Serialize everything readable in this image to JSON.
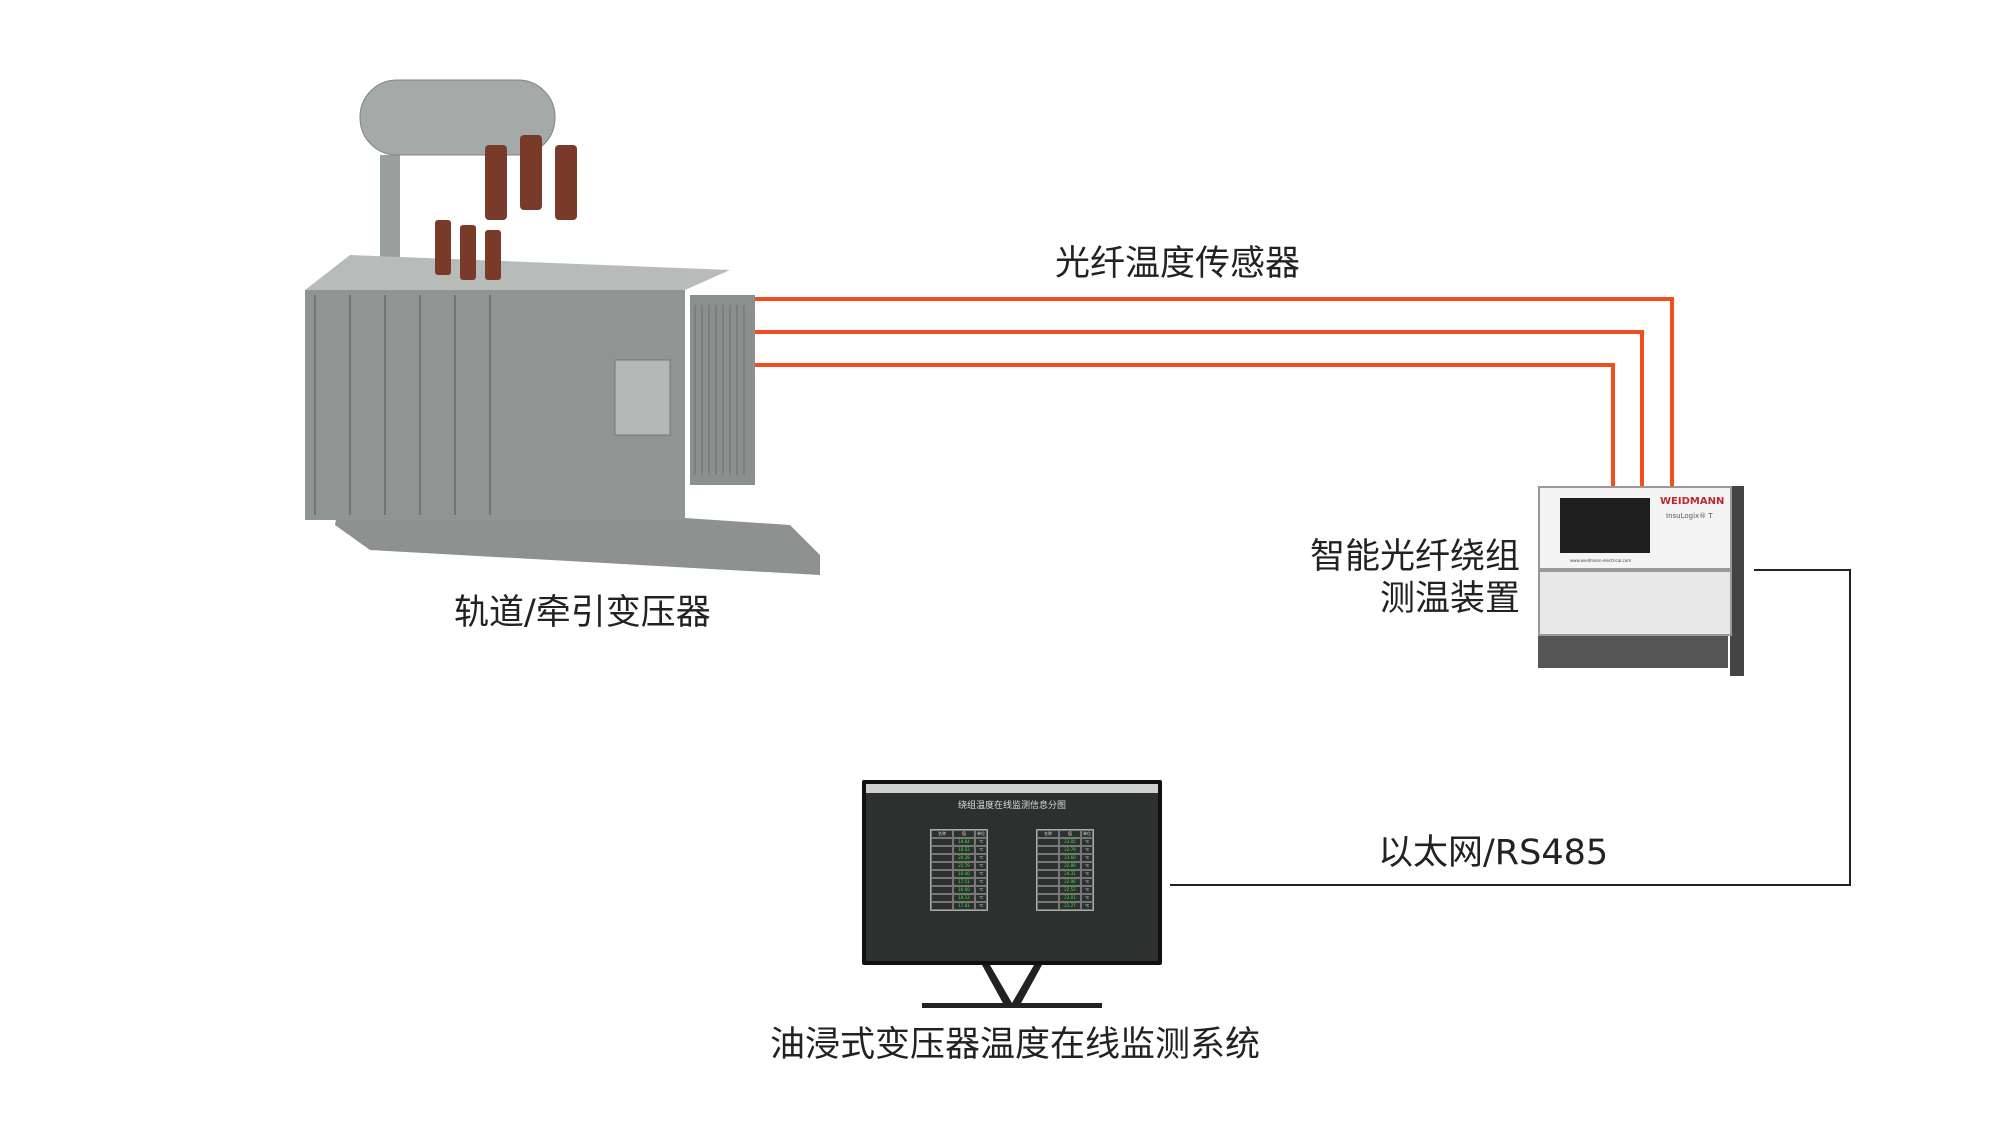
{
  "labels": {
    "transformer": "轨道/牵引变压器",
    "sensor": "光纤温度传感器",
    "device_line1": "智能光纤绕组",
    "device_line2": "测温装置",
    "network": "以太网/RS485",
    "system": "油浸式变压器温度在线监测系统"
  },
  "device": {
    "brand": "WEIDMANN",
    "model": "InsuLogix® T",
    "url": "www.weidmann-electrical.com"
  },
  "monitor_screen": {
    "title": "绕组温度在线监测信息分图",
    "headers": [
      "名称",
      "值",
      "单位"
    ],
    "unit": "℃",
    "table1": [
      "19.64",
      "18.52",
      "20.28",
      "21.79",
      "16.40",
      "17.51",
      "16.60",
      "19.12",
      "17.81"
    ],
    "table2": [
      "23.05",
      "22.79",
      "23.60",
      "22.89",
      "24.31",
      "22.96",
      "22.52",
      "23.01",
      "21.27"
    ]
  },
  "colors": {
    "fiber": "#f04e1e",
    "network_line": "#222222"
  }
}
